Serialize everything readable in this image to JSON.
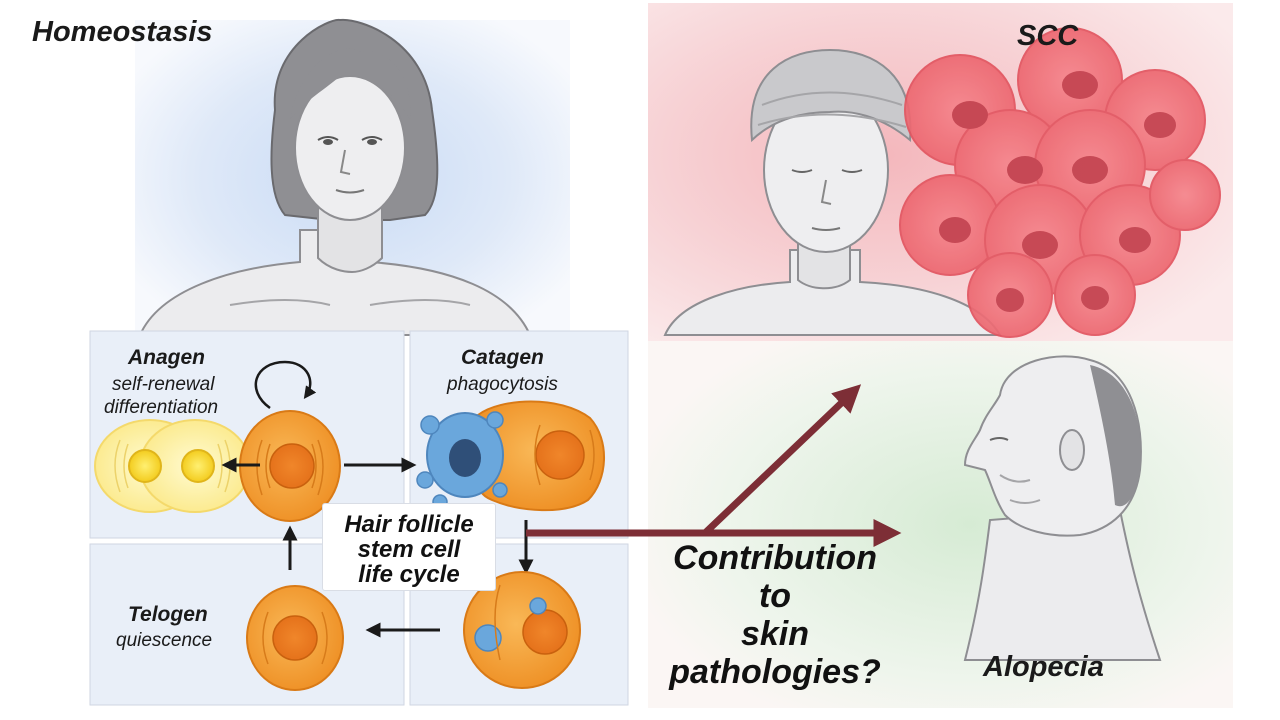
{
  "homeostasis": {
    "title": "Homeostasis"
  },
  "scc": {
    "title": "SCC"
  },
  "alopecia": {
    "title": "Alopecia"
  },
  "cycle": {
    "center_label": [
      "Hair follicle",
      "stem cell",
      "life cycle"
    ],
    "anagen": {
      "name": "Anagen",
      "processes": [
        "self-renewal",
        "differentiation"
      ]
    },
    "catagen": {
      "name": "Catagen",
      "process": "phagocytosis"
    },
    "telogen": {
      "name": "Telogen",
      "process": "quiescence"
    }
  },
  "question": [
    "Contribution",
    "to",
    "skin",
    "pathologies?"
  ],
  "colors": {
    "cell_orange": "#f39a2a",
    "cell_yellow": "#fff18a",
    "phagocytosed_blue": "#6aa7dc",
    "arrow_maroon": "#7d2e36",
    "panel_blue": "#e9eff8",
    "scc_red": "#ee6f78"
  }
}
